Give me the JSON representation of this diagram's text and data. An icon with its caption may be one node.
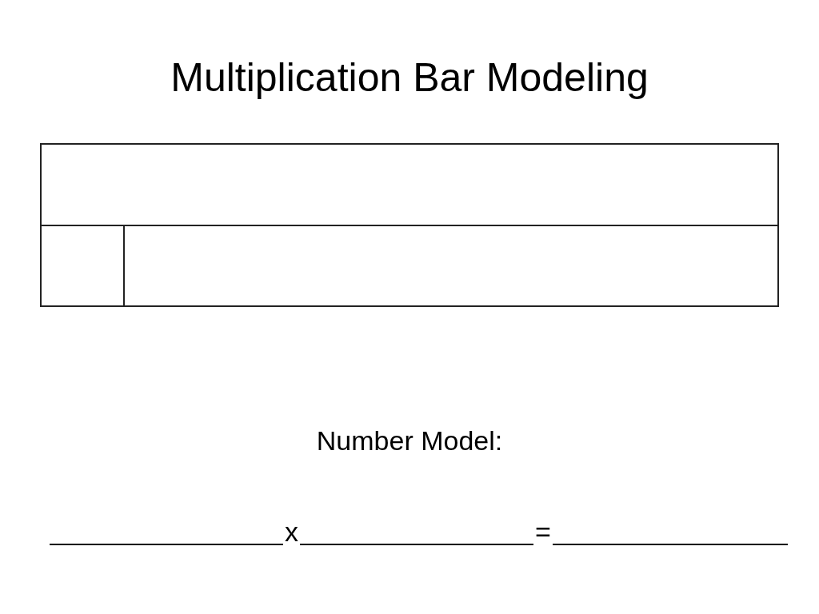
{
  "diagram": {
    "title": "Multiplication Bar Modeling",
    "nodes": [
      {
        "text": [],
        "shape": "bar"
      },
      {
        "text": [],
        "shape": "bar"
      },
      {
        "text": [],
        "shape": "bar"
      }
    ],
    "labels": [
      "Number Model:",
      "x",
      "="
    ]
  }
}
